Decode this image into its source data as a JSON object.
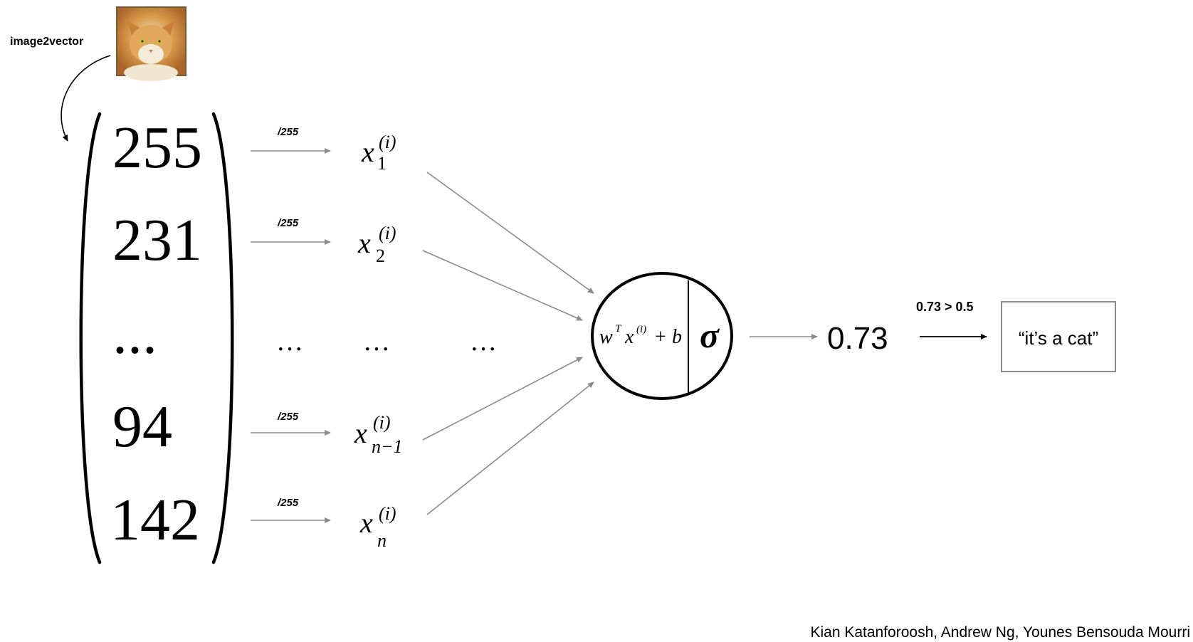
{
  "source_label": "image2vector",
  "cat_photo_icon": "cat-photo",
  "vector": {
    "values": [
      "255",
      "231",
      "...",
      "94",
      "142"
    ]
  },
  "normalize_label": "/255",
  "features": [
    {
      "base": "x",
      "sup": "(i)",
      "sub": "1"
    },
    {
      "base": "x",
      "sup": "(i)",
      "sub": "2"
    },
    {
      "base": "x",
      "sup": "(i)",
      "sub": "n−1"
    },
    {
      "base": "x",
      "sup": "(i)",
      "sub": "n"
    }
  ],
  "ellipsis": "…",
  "neuron": {
    "linear_w": "w",
    "linear_T": "T",
    "linear_x": "x",
    "linear_sup": "(i)",
    "linear_plus": "+",
    "linear_b": "b",
    "activation": "σ"
  },
  "output_value": "0.73",
  "threshold_label": "0.73 > 0.5",
  "result_label": "“it’s a cat”",
  "credits": "Kian Katanforoosh, Andrew Ng, Younes Bensouda Mourri",
  "colors": {
    "arrow_gray": "#8a8a8a",
    "stroke_black": "#000000"
  }
}
